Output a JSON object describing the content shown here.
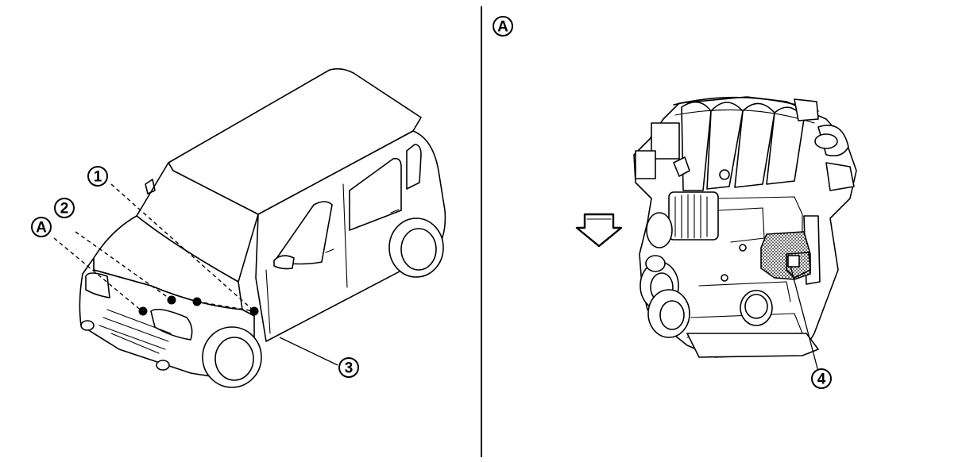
{
  "callouts": {
    "c1": "1",
    "c2": "2",
    "c3": "3",
    "c4": "4",
    "cA_left": "A",
    "cA_right": "A"
  },
  "icons": {
    "arrow": "down-arrow-icon",
    "vehicle": "vehicle-illustration",
    "engine": "engine-illustration"
  },
  "colors": {
    "line": "#000000",
    "background": "#ffffff",
    "highlight": "#555555"
  }
}
